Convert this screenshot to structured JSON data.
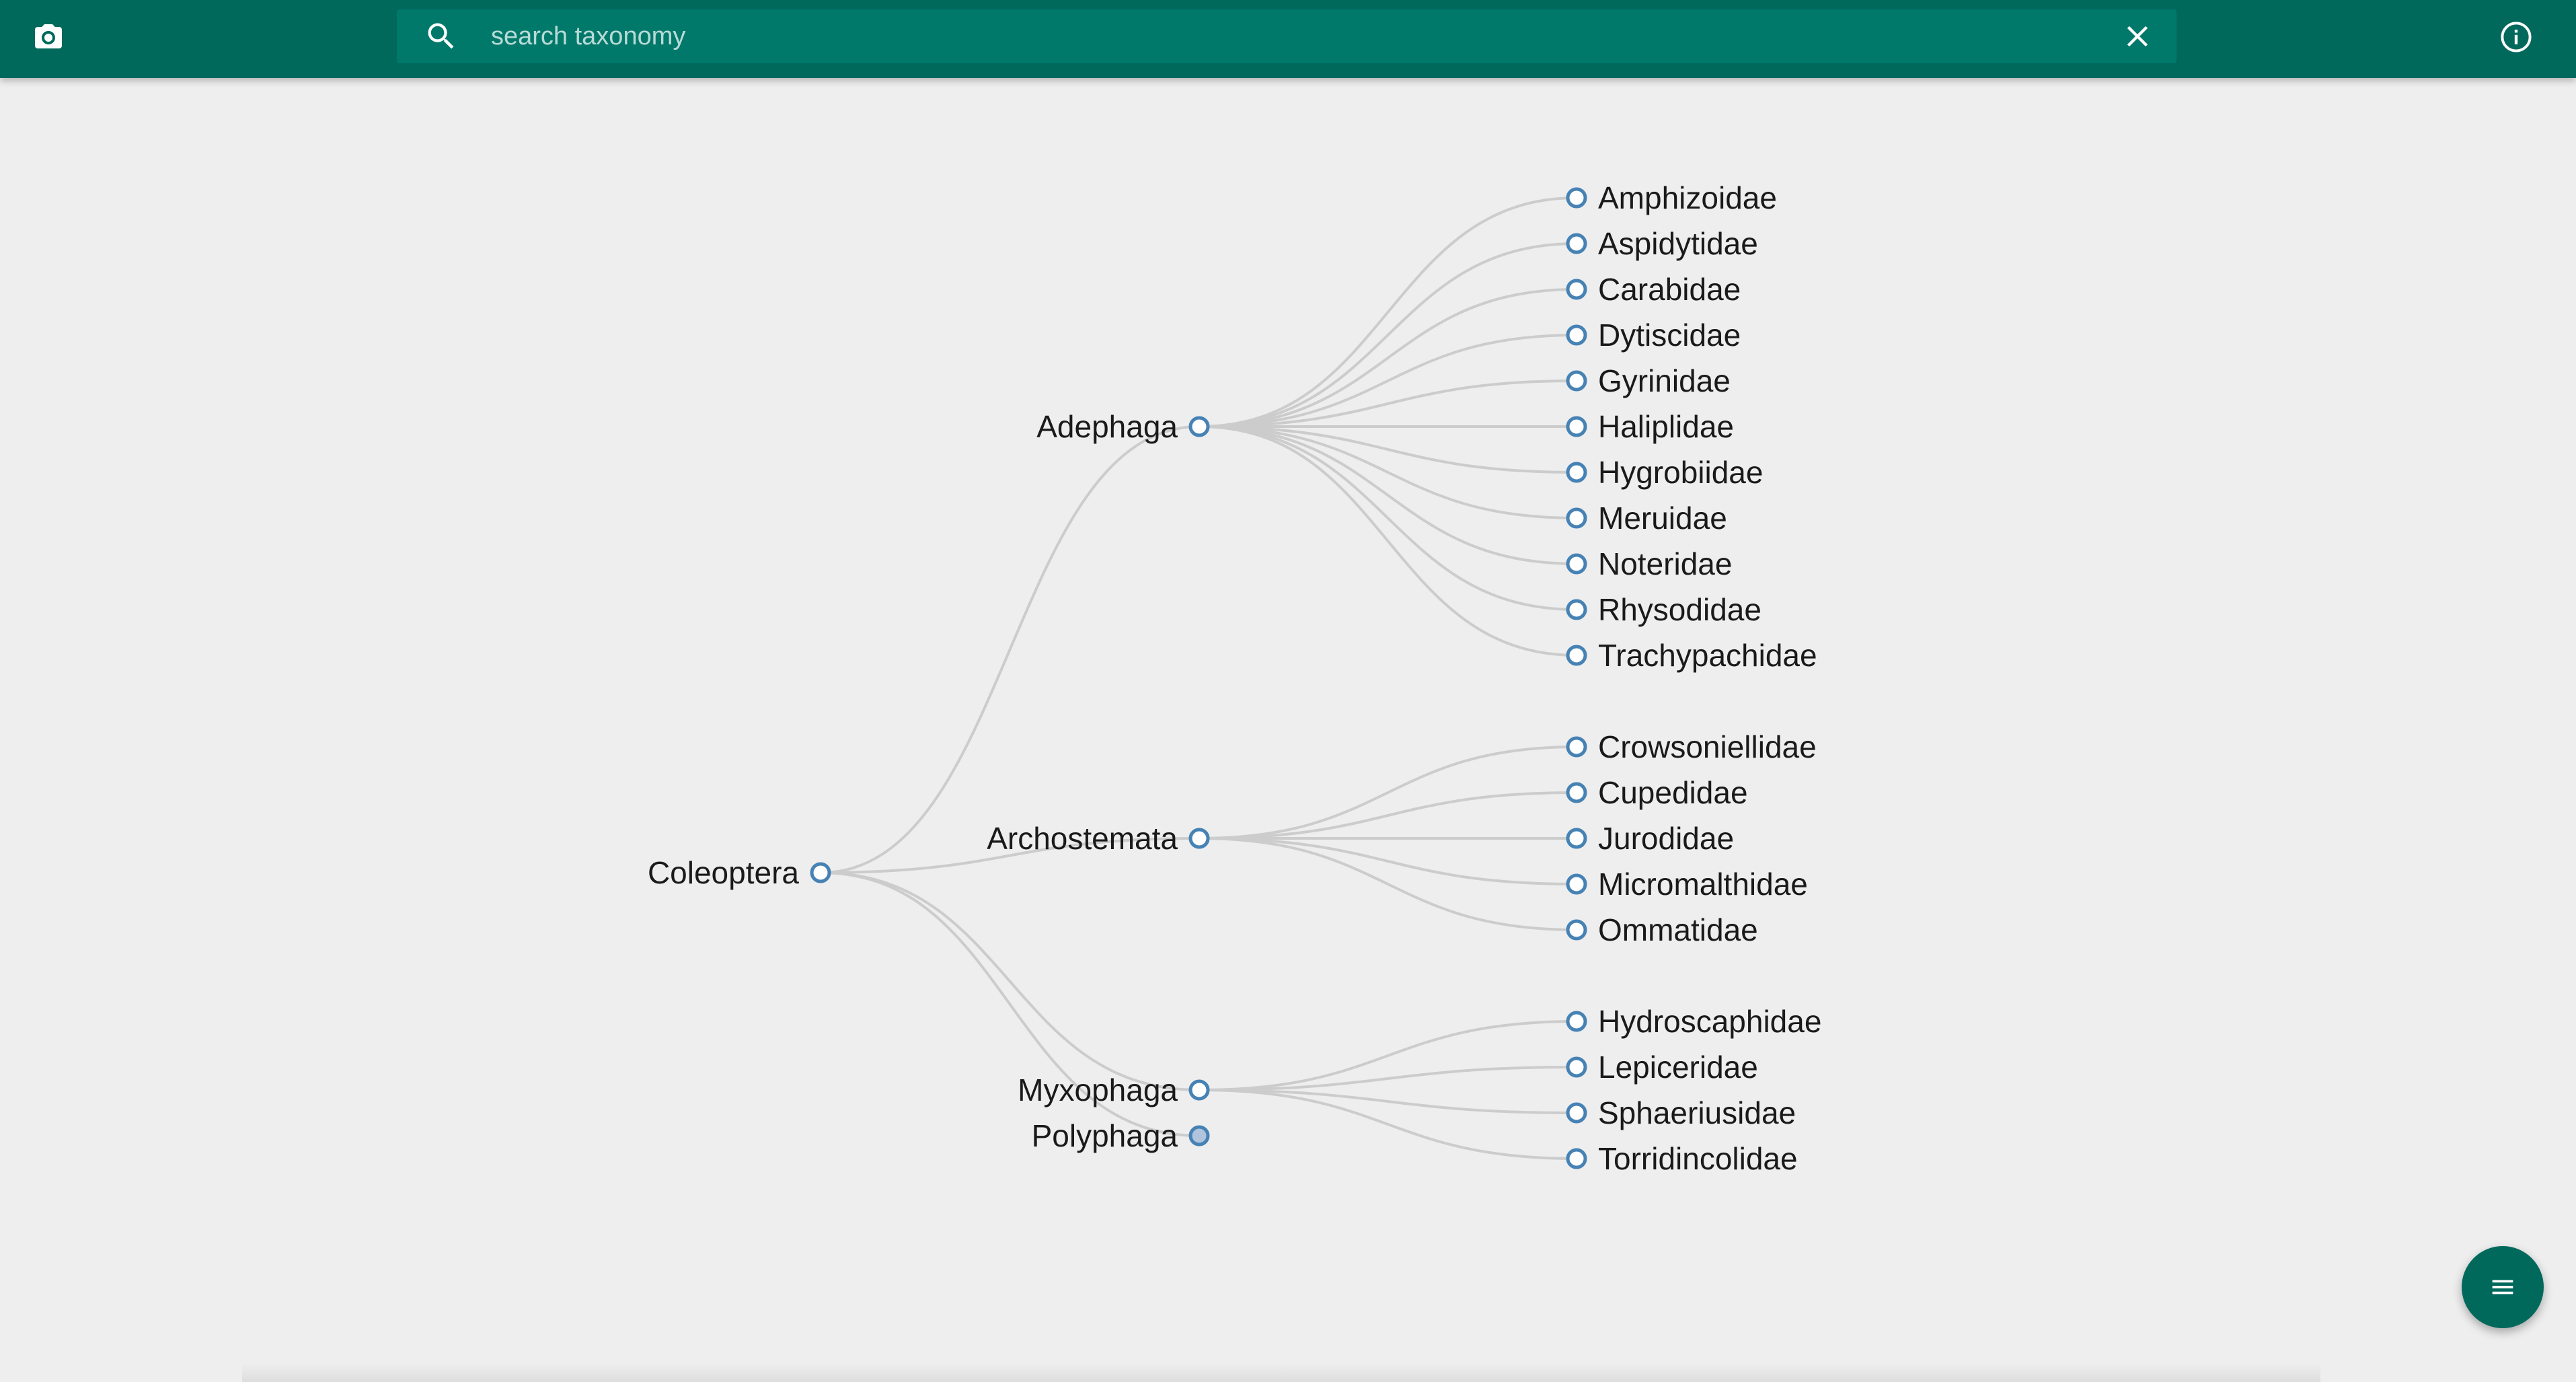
{
  "toolbar": {
    "camera_icon": "camera-icon",
    "search_icon": "search-icon",
    "search_placeholder": "search taxonomy",
    "search_value": "",
    "clear_icon": "close-icon",
    "info_icon": "info-icon",
    "accent_color": "#00695c",
    "search_bg_color": "#00796b"
  },
  "tree": {
    "root": "Coleoptera",
    "link_color": "#cccccc",
    "node_stroke_color": "#4682b4",
    "collapsed_node_fill": "#b0c4de",
    "children": [
      {
        "name": "Adephaga",
        "children": [
          "Amphizoidae",
          "Aspidytidae",
          "Carabidae",
          "Dytiscidae",
          "Gyrinidae",
          "Haliplidae",
          "Hygrobiidae",
          "Meruidae",
          "Noteridae",
          "Rhysodidae",
          "Trachypachidae"
        ]
      },
      {
        "name": "Archostemata",
        "children": [
          "Crowsoniellidae",
          "Cupedidae",
          "Jurodidae",
          "Micromalthidae",
          "Ommatidae"
        ]
      },
      {
        "name": "Myxophaga",
        "children": [
          "Hydroscaphidae",
          "Lepiceridae",
          "Sphaeriusidae",
          "Torridincolidae"
        ]
      },
      {
        "name": "Polyphaga",
        "collapsed": true,
        "children": []
      }
    ]
  },
  "fab": {
    "icon": "menu-icon"
  }
}
